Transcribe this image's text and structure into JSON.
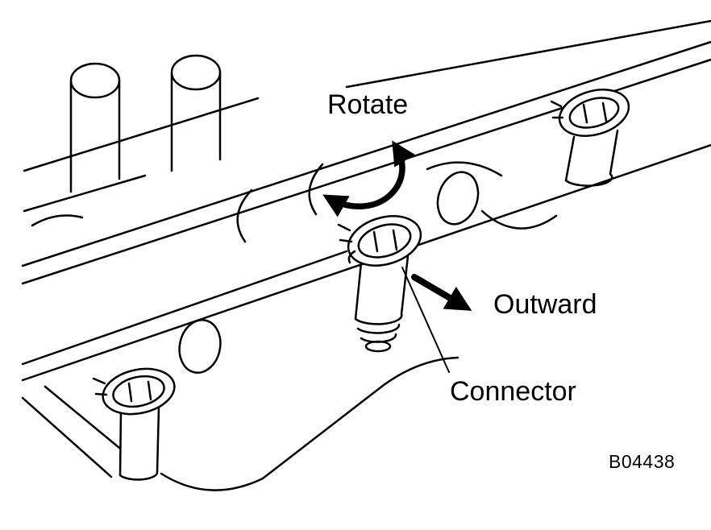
{
  "diagram": {
    "labels": {
      "rotate": "Rotate",
      "outward": "Outward",
      "connector": "Connector"
    },
    "figure_id": "B04438",
    "icons": {
      "rotate_arrow": "curved-double-headed-arrow",
      "outward_arrow": "solid-arrow-down-right",
      "connector_pointer": "leader-line"
    },
    "colors": {
      "line": "#000000",
      "background": "#ffffff"
    }
  }
}
